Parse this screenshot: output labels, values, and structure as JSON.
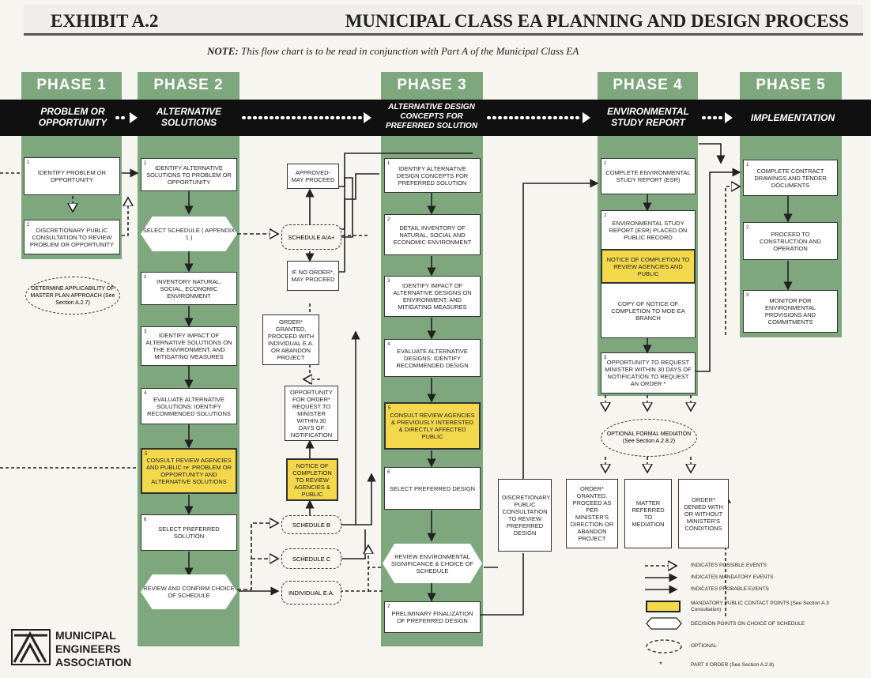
{
  "header": {
    "exhibit": "EXHIBIT A.2",
    "title": "MUNICIPAL CLASS EA PLANNING AND DESIGN PROCESS"
  },
  "note": {
    "label": "NOTE:",
    "text": "This flow chart is to be read in conjunction with Part A of the Municipal Class EA"
  },
  "phases": [
    {
      "tab": "PHASE 1",
      "band": [
        "PROBLEM OR",
        "OPPORTUNITY"
      ]
    },
    {
      "tab": "PHASE 2",
      "band": [
        "ALTERNATIVE",
        "SOLUTIONS"
      ]
    },
    {
      "tab": "PHASE 3",
      "band": [
        "ALTERNATIVE DESIGN",
        "CONCEPTS FOR",
        "PREFERRED SOLUTION"
      ]
    },
    {
      "tab": "PHASE 4",
      "band": [
        "ENVIRONMENTAL",
        "STUDY REPORT"
      ]
    },
    {
      "tab": "PHASE 5",
      "band": [
        "IMPLEMENTATION"
      ]
    }
  ],
  "p1": {
    "b1": {
      "n": "1",
      "t": "IDENTIFY PROBLEM OR OPPORTUNITY"
    },
    "b2": {
      "n": "2",
      "t": "DISCRETIONARY PUBLIC CONSULTATION TO REVIEW PROBLEM OR OPPORTUNITY"
    },
    "oval": "DETERMINE APPLICABILITY OF MASTER PLAN APPROACH (See Section A.2.7)"
  },
  "p2": {
    "b1": {
      "n": "1",
      "t": "IDENTIFY ALTERNATIVE SOLUTIONS TO PROBLEM OR OPPORTUNITY"
    },
    "hex1": "SELECT SCHEDULE ( APPENDIX 1 )",
    "b2": {
      "n": "2",
      "t": "INVENTORY NATURAL, SOCIAL, ECONOMIC ENVIRONMENT"
    },
    "b3": {
      "n": "3",
      "t": "IDENTIFY IMPACT OF ALTERNATIVE SOLUTIONS ON THE ENVIRONMENT, AND MITIGATING MEASURES"
    },
    "b4": {
      "n": "4",
      "t": "EVALUATE ALTERNATIVE SOLUTIONS: IDENTIFY RECOMMENDED SOLUTIONS"
    },
    "b5": {
      "n": "5",
      "t": "CONSULT REVIEW AGENCIES AND PUBLIC re: PROBLEM OR OPPORTUNITY AND ALTERNATIVE SOLUTIONS"
    },
    "b6": {
      "n": "6",
      "t": "SELECT PREFERRED SOLUTION"
    },
    "hex2": "REVIEW AND CONFIRM CHOICE OF SCHEDULE"
  },
  "mid": {
    "approved": "APPROVED- MAY PROCEED",
    "schedAA": "SCHEDULE A/A+",
    "ifno": "IF NO ORDER*, MAY PROCEED",
    "order": "ORDER* GRANTED, PROCEED WITH INDIVIDUAL E.A. OR ABANDON PROJECT",
    "opp": "OPPORTUNITY FOR ORDER* REQUEST TO MINISTER WITHIN 30 DAYS OF NOTIFICATION",
    "notice": "NOTICE OF COMPLETION TO REVIEW AGENCIES & PUBLIC",
    "schedB": "SCHEDULE B",
    "schedC": "SCHEDULE C",
    "indiv": "INDIVIDUAL E.A."
  },
  "p3": {
    "b1": {
      "n": "1",
      "t": "IDENTIFY ALTERNATIVE DESIGN CONCEPTS FOR PREFERRED SOLUTION"
    },
    "b2": {
      "n": "2",
      "t": "DETAIL INVENTORY OF NATURAL, SOCIAL AND ECONOMIC ENVIRONMENT"
    },
    "b3": {
      "n": "3",
      "t": "IDENTIFY IMPACT OF ALTERNATIVE DESIGNS ON ENVIRONMENT, AND MITIGATING MEASURES"
    },
    "b4": {
      "n": "4",
      "t": "EVALUATE ALTERNATIVE DESIGNS: IDENTIFY RECOMMENDED DESIGN"
    },
    "b5": {
      "n": "5",
      "t": "CONSULT REVIEW AGENCIES & PREVIOUSLY INTERESTED & DIRECTLY AFFECTED PUBLIC"
    },
    "b6": {
      "n": "6",
      "t": "SELECT PREFERRED DESIGN"
    },
    "hex": "REVIEW ENVIRONMENTAL SIGNIFICANCE & CHOICE OF SCHEDULE",
    "b7": {
      "n": "7",
      "t": "PRELIMINARY FINALIZATION OF PREFERRED DESIGN"
    },
    "disc": "DISCRETIONARY PUBLIC CONSULTATION TO REVIEW PREFERRED DESIGN"
  },
  "p4": {
    "b1": {
      "n": "1",
      "t": "COMPLETE ENVIRONMENTAL STUDY REPORT (ESR)"
    },
    "b2": {
      "n": "2",
      "t": "ENVIRONMENTAL STUDY REPORT (ESR) PLACED ON PUBLIC RECORD"
    },
    "b2y": "NOTICE OF COMPLETION TO REVIEW AGENCIES AND PUBLIC",
    "b2c": "COPY OF NOTICE OF COMPLETION TO MOE-EA BRANCH",
    "b3": {
      "n": "3",
      "t": "OPPORTUNITY TO REQUEST MINISTER WITHIN 30 DAYS OF NOTIFICATION TO REQUEST AN ORDER *"
    },
    "mediation": "OPTIONAL FORMAL MEDIATION (See Section A.2.8.2)",
    "o1": "ORDER* GRANTED. PROCEED AS PER MINISTER'S DIRECTION OR ABANDON PROJECT",
    "o2": "MATTER REFERRED TO MEDIATION",
    "o3": "ORDER* DENIED WITH OR WITHOUT MINISTER'S CONDITIONS"
  },
  "p5": {
    "b1": {
      "n": "1",
      "t": "COMPLETE CONTRACT DRAWINGS AND TENDER DOCUMENTS"
    },
    "b2": {
      "n": "2",
      "t": "PROCEED TO CONSTRUCTION AND OPERATION"
    },
    "b3": {
      "n": "3",
      "t": "MONITOR FOR ENVIRONMENTAL PROVISIONS AND COMMITMENTS"
    }
  },
  "legend": [
    "INDICATES POSSIBLE EVENTS",
    "INDICATES MANDATORY EVENTS",
    "INDICATES PROBABLE EVENTS",
    "MANDATORY PUBLIC CONTACT POINTS (See Section A.3 Consultation)",
    "DECISION POINTS ON CHOICE OF SCHEDULE",
    "OPTIONAL",
    "PART II ORDER (See Section A.2.8)"
  ],
  "legend_star": "*",
  "logo": [
    "MUNICIPAL",
    "ENGINEERS",
    "ASSOCIATION"
  ],
  "colors": {
    "green": "#7fa77e",
    "yellow": "#f3d84b",
    "band": "#101010"
  }
}
